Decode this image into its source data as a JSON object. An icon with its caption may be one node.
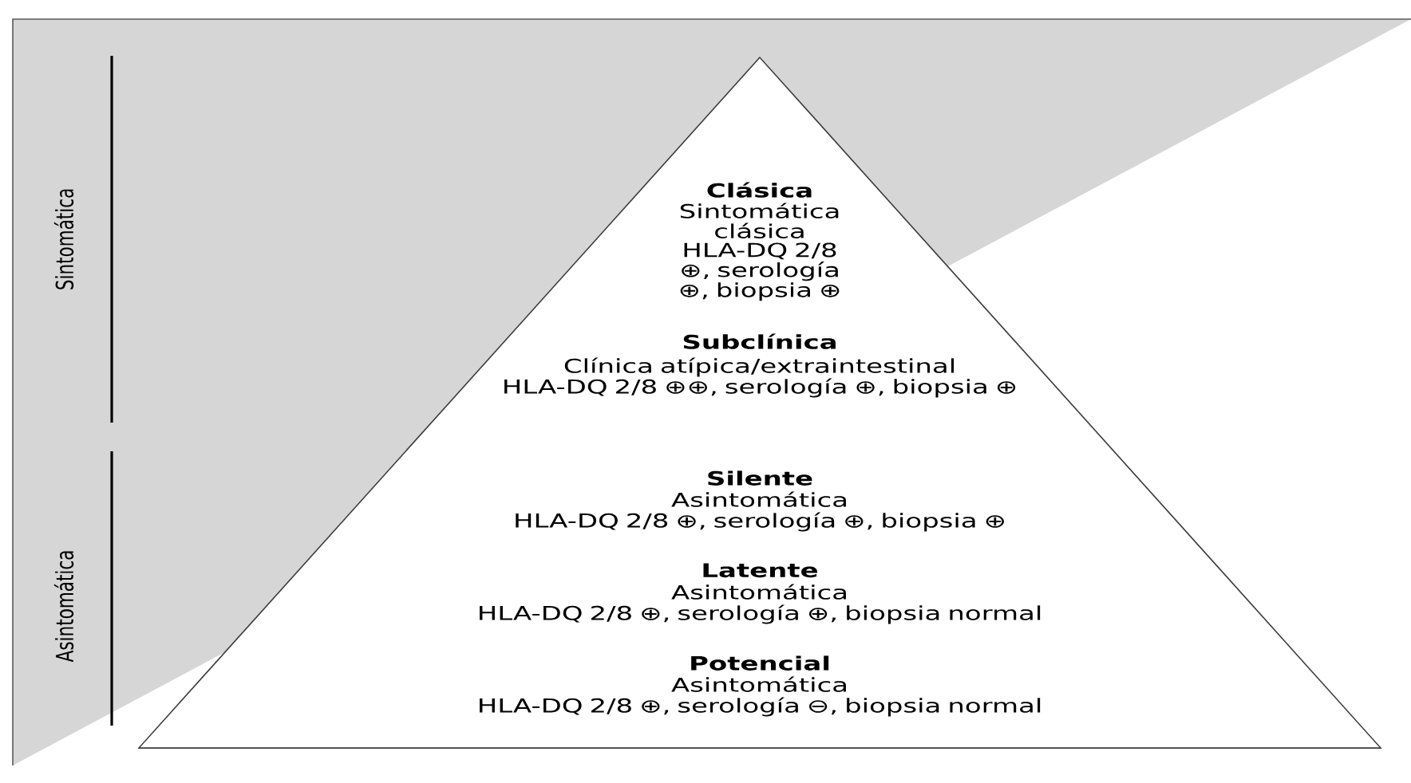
{
  "diagram": {
    "nodes": [
      {
        "text": [
          "Clásica",
          "Sintomática clásica",
          "HLA-DQ 2/8 ⊕, serología ⊕, biopsia ⊕",
          "Subclínica",
          "Clínica atípica/extraintestinal",
          "HLA-DQ 2/8 ⊕⊕, serología ⊕, biopsia ⊕",
          "Silente",
          "Asintomática",
          "HLA-DQ 2/8 ⊕, serología ⊕, biopsia ⊕",
          "Latente",
          "Asintomática",
          "HLA-DQ 2/8 ⊕, serología ⊕, biopsia normal",
          "Potencial",
          "Asintomática",
          "HLA-DQ 2/8 ⊕, serología ⊖, biopsia normal"
        ]
      }
    ],
    "edges": [],
    "labels": [
      "Sintomática",
      "Asintomática"
    ]
  }
}
